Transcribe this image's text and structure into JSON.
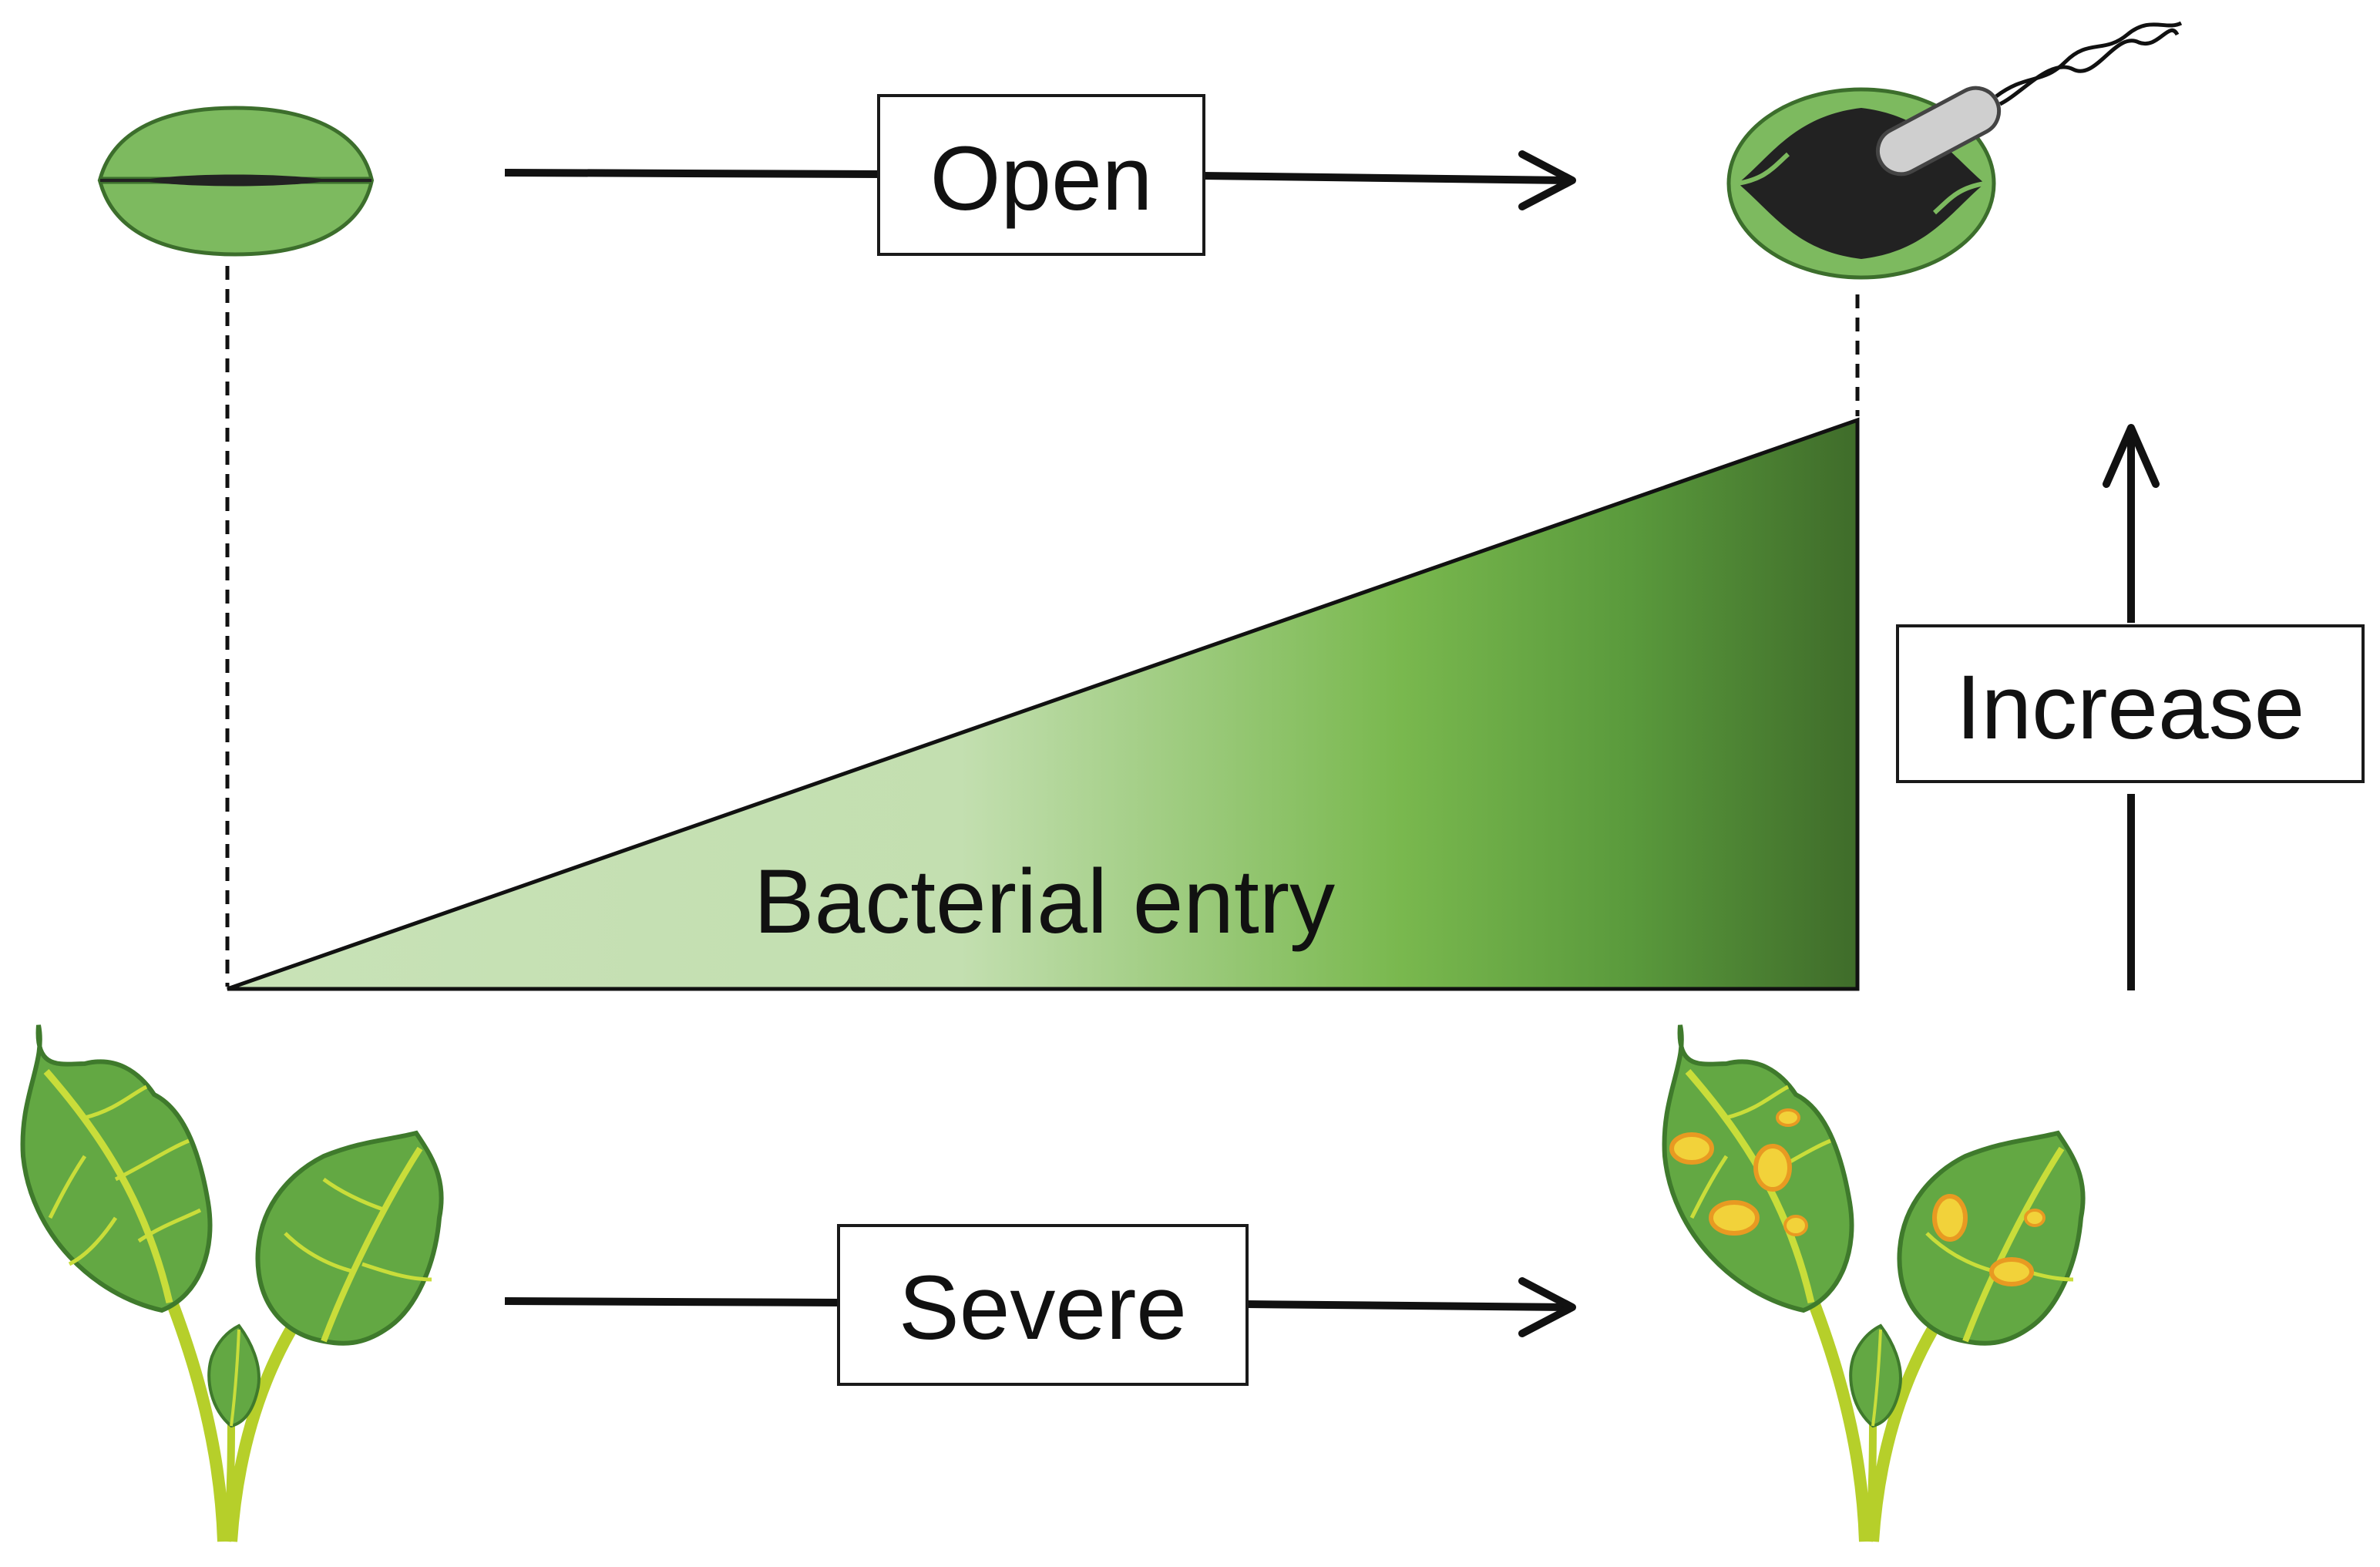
{
  "labels": {
    "open": "Open",
    "severe": "Severe",
    "increase": "Increase",
    "bacterial_entry": "Bacterial entry"
  },
  "colors": {
    "stomata_green": "#7dba5f",
    "pore_dark": "#222222",
    "wedge_light": "#c8e2b7",
    "wedge_mid": "#79b84e",
    "wedge_dark": "#3f6c2a",
    "leaf_green": "#63a843",
    "vein_yellow": "#c9dd3a",
    "lesion_yellow": "#f2d23a",
    "lesion_orange": "#e89a22"
  },
  "icons": {
    "closed_stoma": "closed-stoma-icon",
    "open_stoma": "open-stoma-icon",
    "bacterium": "bacterium-icon",
    "healthy_plant": "healthy-plant-icon",
    "diseased_plant": "diseased-plant-icon"
  }
}
